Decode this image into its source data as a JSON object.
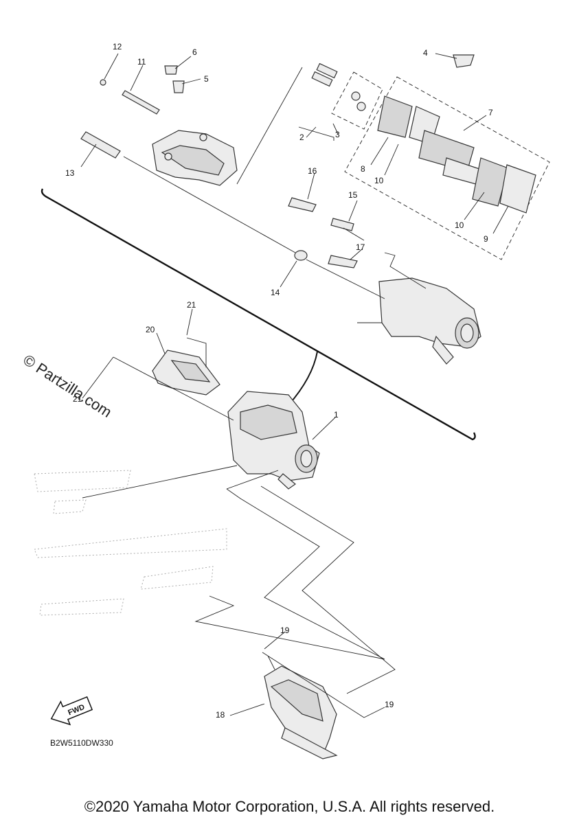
{
  "diagram": {
    "callouts": {
      "n1": "1",
      "n2": "2",
      "n3": "3",
      "n4": "4",
      "n5": "5",
      "n6": "6",
      "n7": "7",
      "n8": "8",
      "n9": "9",
      "n10a": "10",
      "n10b": "10",
      "n11": "11",
      "n12": "12",
      "n13": "13",
      "n14": "14",
      "n15": "15",
      "n16": "16",
      "n17": "17",
      "n18": "18",
      "n19a": "19",
      "n19b": "19",
      "n20": "20",
      "n21a": "21",
      "n21b": "21"
    },
    "watermark": "© Partzilla.com",
    "fwd_label": "FWD",
    "drawing_code": "B2W5110DW330"
  },
  "footer": {
    "copyright": "©2020 Yamaha Motor Corporation, U.S.A. All rights reserved."
  }
}
